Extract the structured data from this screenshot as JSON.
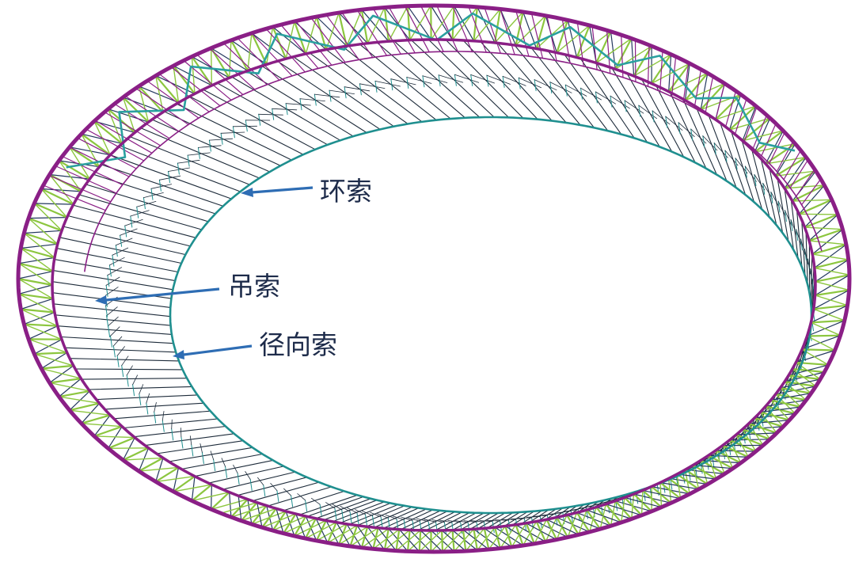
{
  "annotations": [
    {
      "id": "ring-cable",
      "text": "环索"
    },
    {
      "id": "hanger-cable",
      "text": "吊索"
    },
    {
      "id": "radial-cable",
      "text": "径向索"
    }
  ],
  "colors": {
    "outer_chord": "#8a1f86",
    "truss_green": "#8cc63f",
    "ring": "#1f8f8f",
    "cable": "#1d2b3a",
    "hanger": "#1f8f8f",
    "zigzag": "#2aa0a0",
    "strut": "#23385e",
    "pointer": "#2e6db4",
    "label": "#1d2b4a"
  }
}
